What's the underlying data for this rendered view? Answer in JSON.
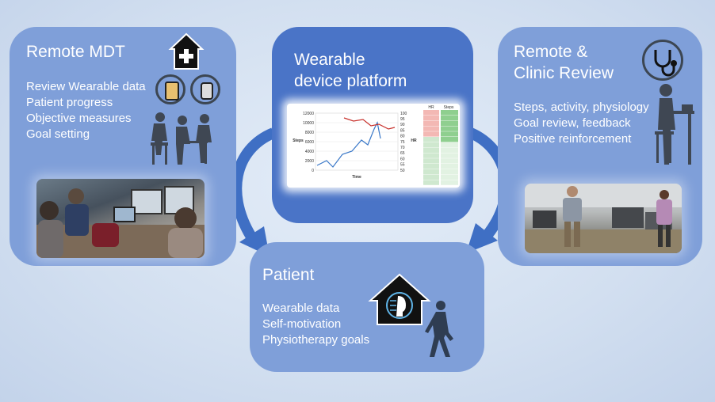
{
  "left_panel": {
    "title": "Remote MDT",
    "lines": [
      "Review Wearable data",
      "Patient progress",
      "Objective measures",
      "Goal setting"
    ]
  },
  "center_panel": {
    "title": "Wearable\ndevice platform",
    "chart_data": {
      "type": "line",
      "xlabel": "Time",
      "ylabel": "Steps",
      "ylabel_right": "HR",
      "ylim": [
        0,
        12000
      ],
      "ylim_right": [
        50,
        100
      ],
      "yticks": [
        "0",
        "2000",
        "4000",
        "6000",
        "8000",
        "10000",
        "12000"
      ],
      "yticks_right": [
        "50",
        "55",
        "60",
        "65",
        "70",
        "75",
        "80",
        "85",
        "90",
        "95",
        "100"
      ],
      "table_headers": [
        "HR",
        "Steps"
      ],
      "series": []
    }
  },
  "right_panel": {
    "title": "Remote &\nClinic Review",
    "lines": [
      "Steps, activity, physiology",
      "Goal review, feedback",
      "Positive reinforcement"
    ]
  },
  "bottom_panel": {
    "title": "Patient",
    "lines": [
      "Wearable data",
      "Self-motivation",
      "Physiotherapy goals"
    ]
  },
  "colors": {
    "background": "#d2dff0",
    "panel_light": "#7f9fd9",
    "panel_dark": "#4a74c7",
    "steps_line": "#3a78c8",
    "hr_line": "#c8322d"
  }
}
